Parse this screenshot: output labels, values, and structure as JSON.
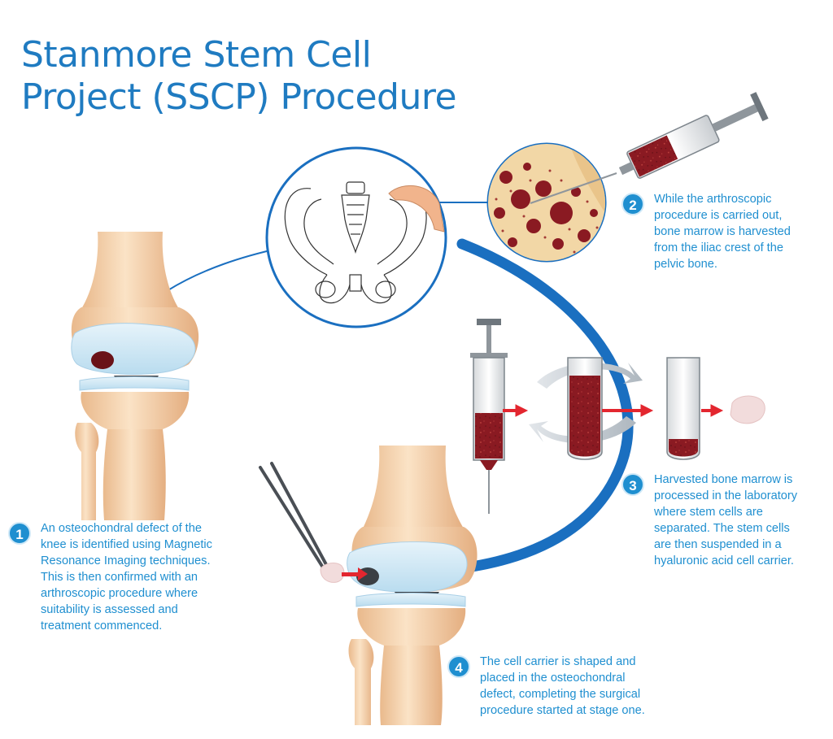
{
  "title": {
    "line1": "Stanmore Stem Cell",
    "line2": "Project (SSCP) Procedure"
  },
  "steps": [
    {
      "number": "1",
      "lines": [
        "An osteochondral defect of the",
        "knee is identified using Magnetic",
        "Resonance Imaging techniques.",
        "This is then confirmed with an",
        "arthroscopic procedure where",
        "suitability is assessed and",
        "treatment commenced."
      ]
    },
    {
      "number": "2",
      "lines": [
        "While the arthroscopic",
        "procedure is carried out,",
        "bone marrow is harvested",
        "from the iliac crest of the",
        "pelvic bone."
      ]
    },
    {
      "number": "3",
      "lines": [
        "Harvested bone marrow is",
        "processed in the laboratory",
        "where stem cells are",
        "separated. The stem cells",
        "are then suspended in a",
        "hyaluronic acid cell carrier."
      ]
    },
    {
      "number": "4",
      "lines": [
        "The cell carrier is shaped and",
        "placed in the osteochondral",
        "defect, completing the surgical",
        "procedure started at stage one."
      ]
    }
  ],
  "colors": {
    "brand_blue": "#1f7bc1",
    "text_blue": "#1f8fd0",
    "arc_blue": "#1a6fc0",
    "bone": "#f6d3ad",
    "cartilage": "#cfe6f3",
    "marrow": "#8a1a22",
    "arrow_red": "#e3262f"
  }
}
